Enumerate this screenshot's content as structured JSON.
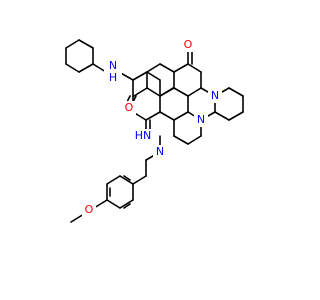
{
  "colors": {
    "bond": "#000000",
    "oxygen": "#ff0000",
    "nitrogen": "#0000ff",
    "background": "#ffffff"
  },
  "atom_labels": {
    "amide_nh": "N\nH",
    "amide_o": "O",
    "ketone_o": "O",
    "ring_n_top": "N",
    "imine_nh": "HN",
    "ring_n_mid": "N",
    "ring_n_bottom": "N",
    "methoxy_o": "O"
  }
}
